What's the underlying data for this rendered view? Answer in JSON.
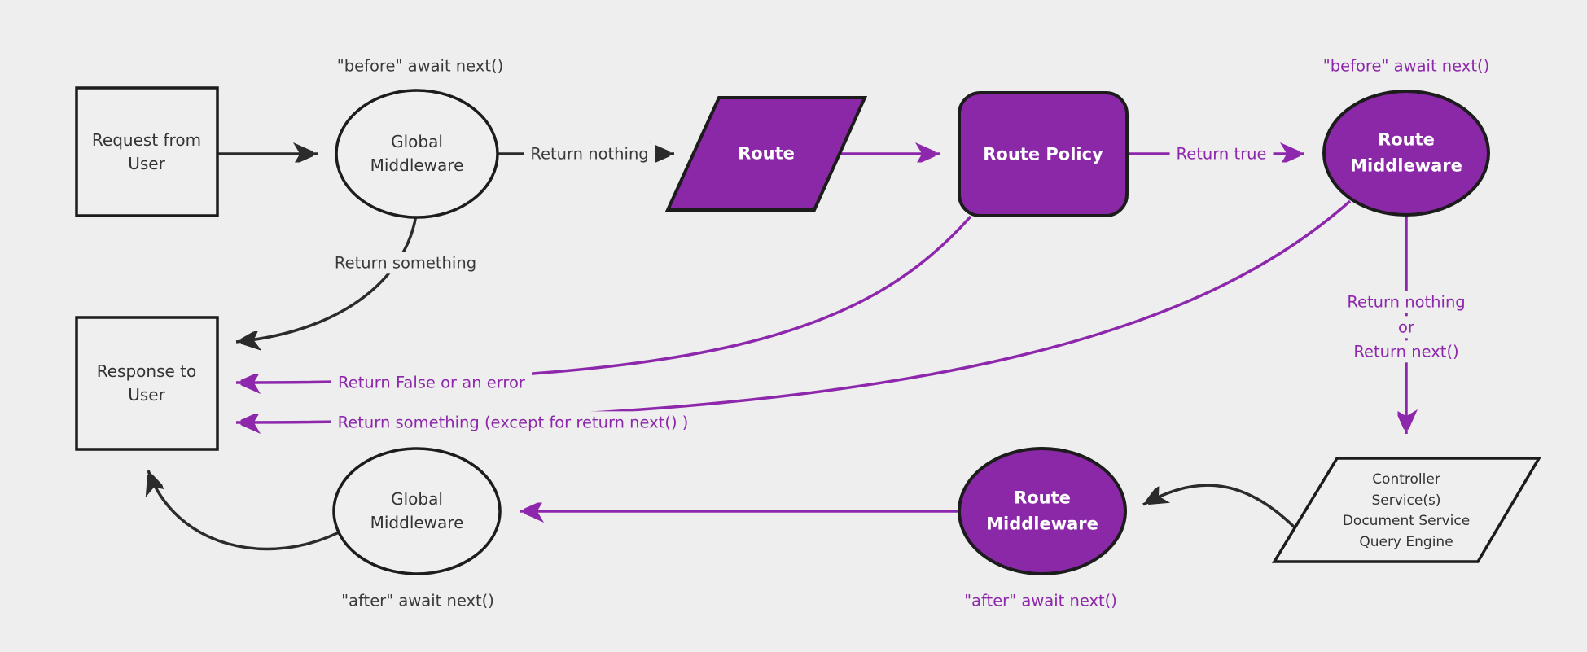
{
  "colors": {
    "background": "#eeeeee",
    "black_line": "#2b2b2b",
    "shape_border": "#1c1c1c",
    "purple_fill": "#8b28a8",
    "purple_line": "#8d27ab",
    "node_text_dark": "#333333",
    "node_text_white": "#ffffff"
  },
  "nodes": {
    "request": {
      "label": "Request from User"
    },
    "global_middleware_top": {
      "label": "Global Middleware"
    },
    "route": {
      "label": "Route"
    },
    "route_policy": {
      "label": "Route Policy"
    },
    "route_middleware_top": {
      "label": "Route Middleware"
    },
    "controller": {
      "lines": [
        "Controller",
        "Service(s)",
        "Document Service",
        "Query Engine"
      ]
    },
    "route_middleware_bottom": {
      "label": "Route Middleware"
    },
    "global_middleware_bottom": {
      "label": "Global Middleware"
    },
    "response": {
      "label": "Response to User"
    }
  },
  "edge_labels": {
    "before_top": "\"before\" await next()",
    "return_nothing": "Return nothing",
    "return_true": "Return true",
    "before_right": "\"before\" await next()",
    "return_nothing_or": [
      "Return nothing",
      "or",
      "Return next()"
    ],
    "return_something": "Return something",
    "return_false_or_error": "Return False or an error",
    "return_something_except": "Return something (except for return next() )",
    "after_right": "\"after\" await next()",
    "after_left": "\"after\" await next()"
  }
}
